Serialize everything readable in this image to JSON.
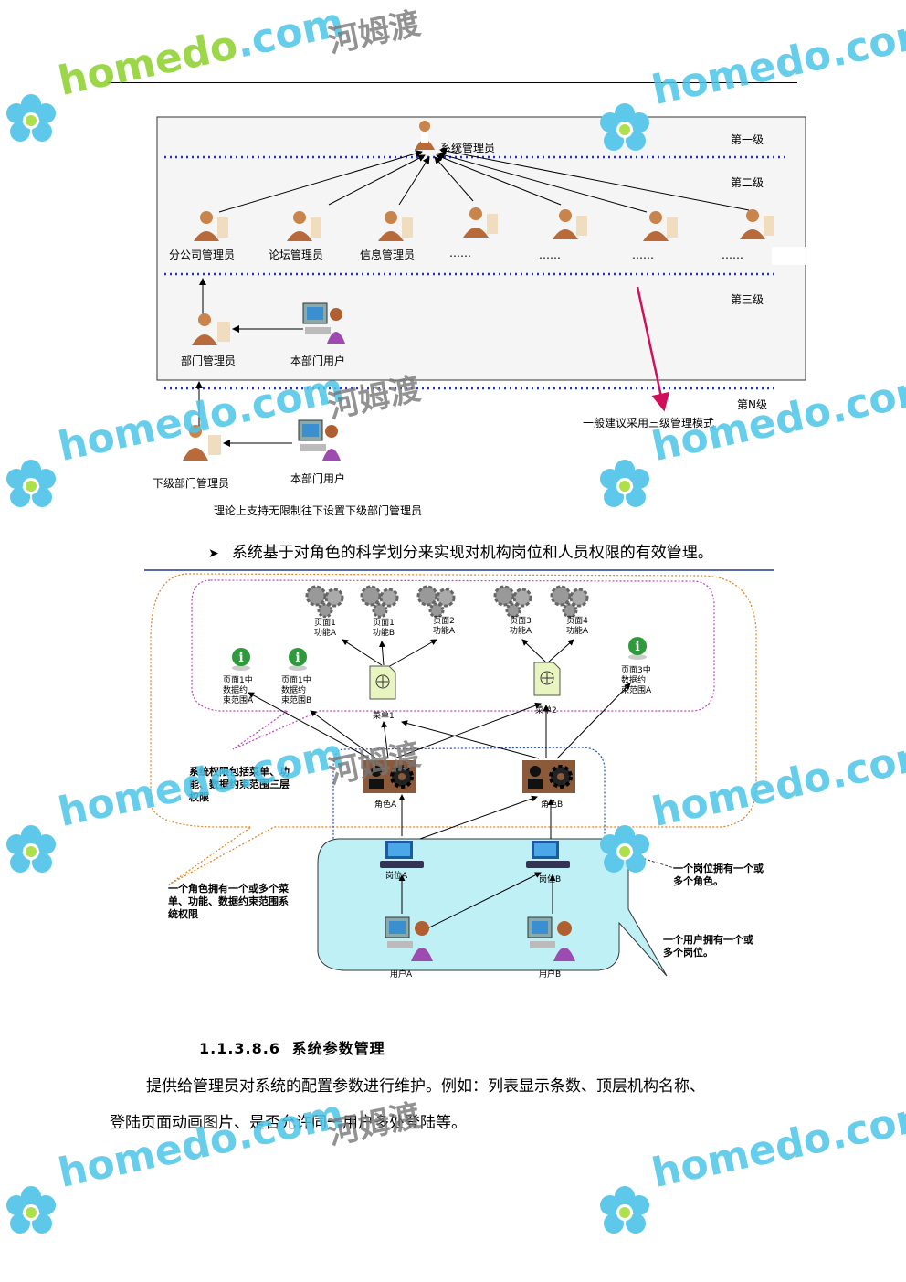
{
  "watermark": {
    "site_a": "home",
    "site_b": "do",
    "domain": ".com",
    "cn": "河姆渡"
  },
  "diagram1": {
    "levels": [
      "第一级",
      "第二级",
      "第三级",
      "第N级"
    ],
    "top": "系统管理员",
    "level2": [
      "分公司管理员",
      "论坛管理员",
      "信息管理员",
      "……",
      "……",
      "……",
      "……"
    ],
    "level3": {
      "manager": "部门管理员",
      "user": "本部门用户"
    },
    "levelN": {
      "manager": "下级部门管理员",
      "user": "本部门用户"
    },
    "recommend": "一般建议采用三级管理模式",
    "caption": "理论上支持无限制往下设置下级部门管理员"
  },
  "bullet": "系统基于对角色的科学划分来实现对机构岗位和人员权限的有效管理。",
  "diagram2": {
    "gears": [
      "页面1\n功能A",
      "页面1\n功能B",
      "页面2\n功能A",
      "页面3\n功能A",
      "页面4\n功能A"
    ],
    "info": [
      "页面1中\n数据约\n束范围A",
      "页面1中\n数据约\n束范围B",
      "页面3中\n数据约\n束范围A"
    ],
    "menus": [
      "菜单1",
      "菜单2"
    ],
    "roles": [
      "角色A",
      "角色B"
    ],
    "posts": [
      "岗位A",
      "岗位B"
    ],
    "users": [
      "用户A",
      "用户B"
    ],
    "note_perm": "系统权限包括菜单、功能、数据约束范围三层权限",
    "note_role": "一个角色拥有一个或多个菜单、功能、数据约束范围系统权限",
    "note_post": "一个岗位拥有一个或多个角色。",
    "note_user": "一个用户拥有一个或多个岗位。"
  },
  "section": {
    "number": "1.1.3.8.6",
    "title": "系统参数管理",
    "para_line1": "提供给管理员对系统的配置参数进行维护。例如：列表显示条数、顶层机构名称、",
    "para_line2": "登陆页面动画图片、是否允许同一用户多处登陆等。"
  }
}
